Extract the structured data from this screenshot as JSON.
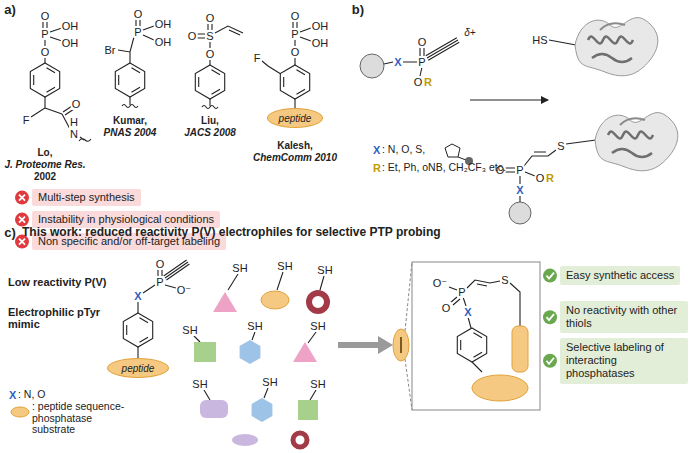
{
  "diagram": {
    "nodes": [
      {
        "text": [
          "Multi-step synthesis"
        ]
      },
      {
        "text": [
          "Instability in physiological conditions"
        ]
      },
      {
        "text": [
          "Non specific and/or off-target labeling"
        ]
      },
      {
        "text": [
          "Easy synthetic access"
        ]
      },
      {
        "text": [
          "No reactivity with other thiols"
        ]
      },
      {
        "text": [
          "Selective labeling of interacting phosphatases"
        ]
      },
      {
        "text": [
          "peptide"
        ]
      },
      {
        "text": [
          "peptide"
        ]
      }
    ],
    "labels": [
      "a)",
      "O",
      "OH",
      "P",
      "OH",
      "O",
      "F",
      "O",
      "H",
      "N",
      "Lo,",
      "J. Proteome Res.",
      "2002",
      "O",
      "OH",
      "Br",
      "P",
      "OH",
      "Kumar,",
      "PNAS 2004",
      "O",
      "O",
      "S",
      "O",
      "Liu,",
      "JACS 2008",
      "O",
      "OH",
      "P",
      "OH",
      "O",
      "F",
      "Kalesh,",
      "ChemComm 2010",
      "b)",
      "X",
      "P",
      "O",
      "δ+",
      "O",
      "R",
      "HS",
      "S",
      "O",
      "P",
      "O",
      "R",
      "X",
      "X",
      ": N, O, S,",
      "R",
      ": Et, Ph, oNB, CH₂CF₃ etc.",
      "c)",
      "This work: reduced reactivity P(V) electrophiles for selective PTP probing",
      "Low reactivity P(V)",
      "Electrophilic pTyr mimic",
      "O",
      "P",
      "O⁻",
      "X",
      "X",
      ": N, O",
      ": peptide sequence-phosphatase substrate",
      "SH",
      "SH",
      "SH",
      "SH",
      "SH",
      "SH",
      "SH",
      "SH",
      "SH",
      "O⁻",
      "P",
      "S",
      "O",
      "X"
    ]
  }
}
